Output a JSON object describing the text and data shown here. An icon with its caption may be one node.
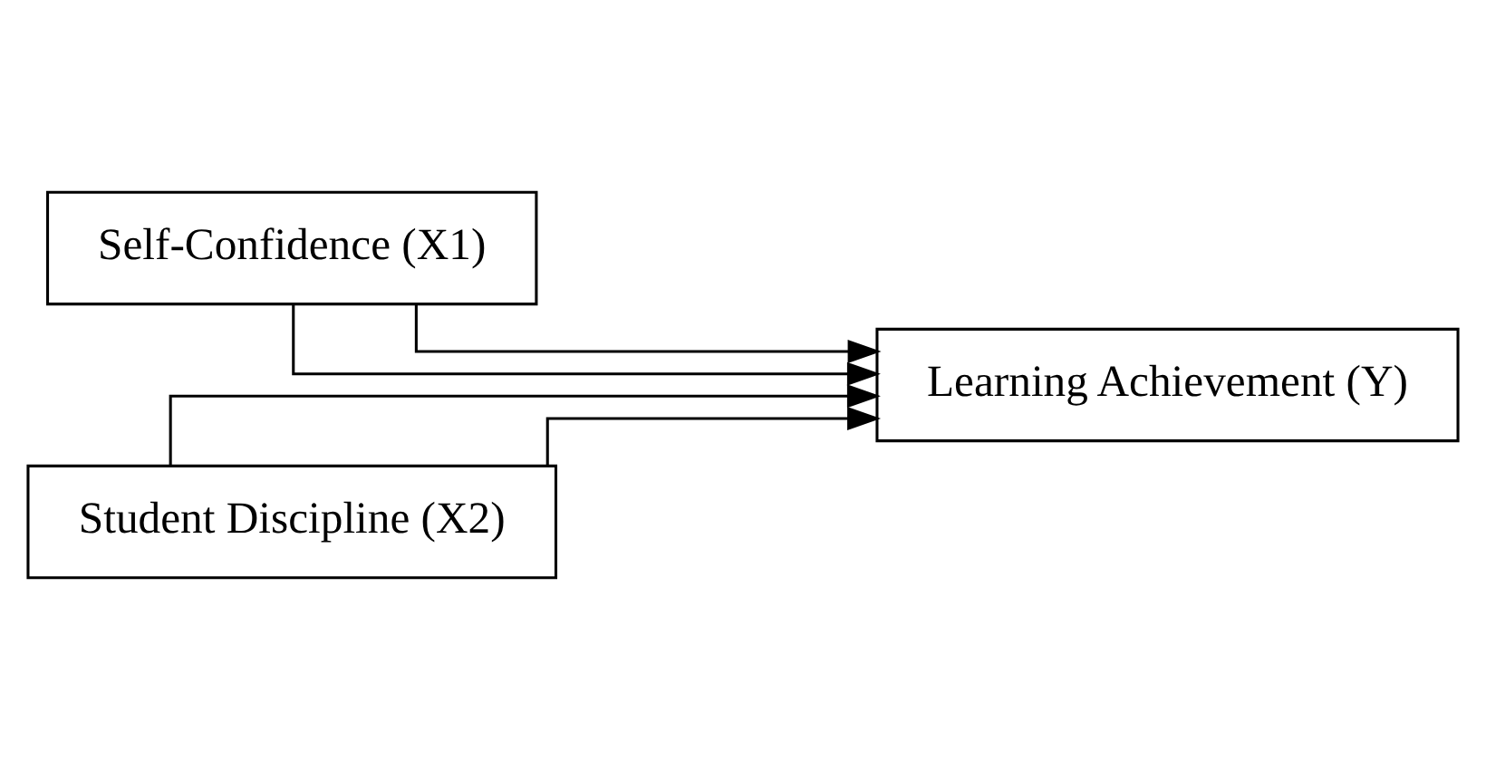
{
  "diagram": {
    "nodes": [
      {
        "text": [
          "Self-Confidence (X1)"
        ]
      },
      {
        "text": [
          "Student Discipline (X2)"
        ]
      },
      {
        "text": [
          "Learning Achievement (Y)"
        ]
      }
    ],
    "edges": [
      {
        "from": 0,
        "to": 2,
        "arrow": "to"
      },
      {
        "from": 0,
        "to": 2,
        "arrow": "to"
      },
      {
        "from": 1,
        "to": 2,
        "arrow": "to"
      },
      {
        "from": 1,
        "to": 2,
        "arrow": "to"
      }
    ]
  }
}
